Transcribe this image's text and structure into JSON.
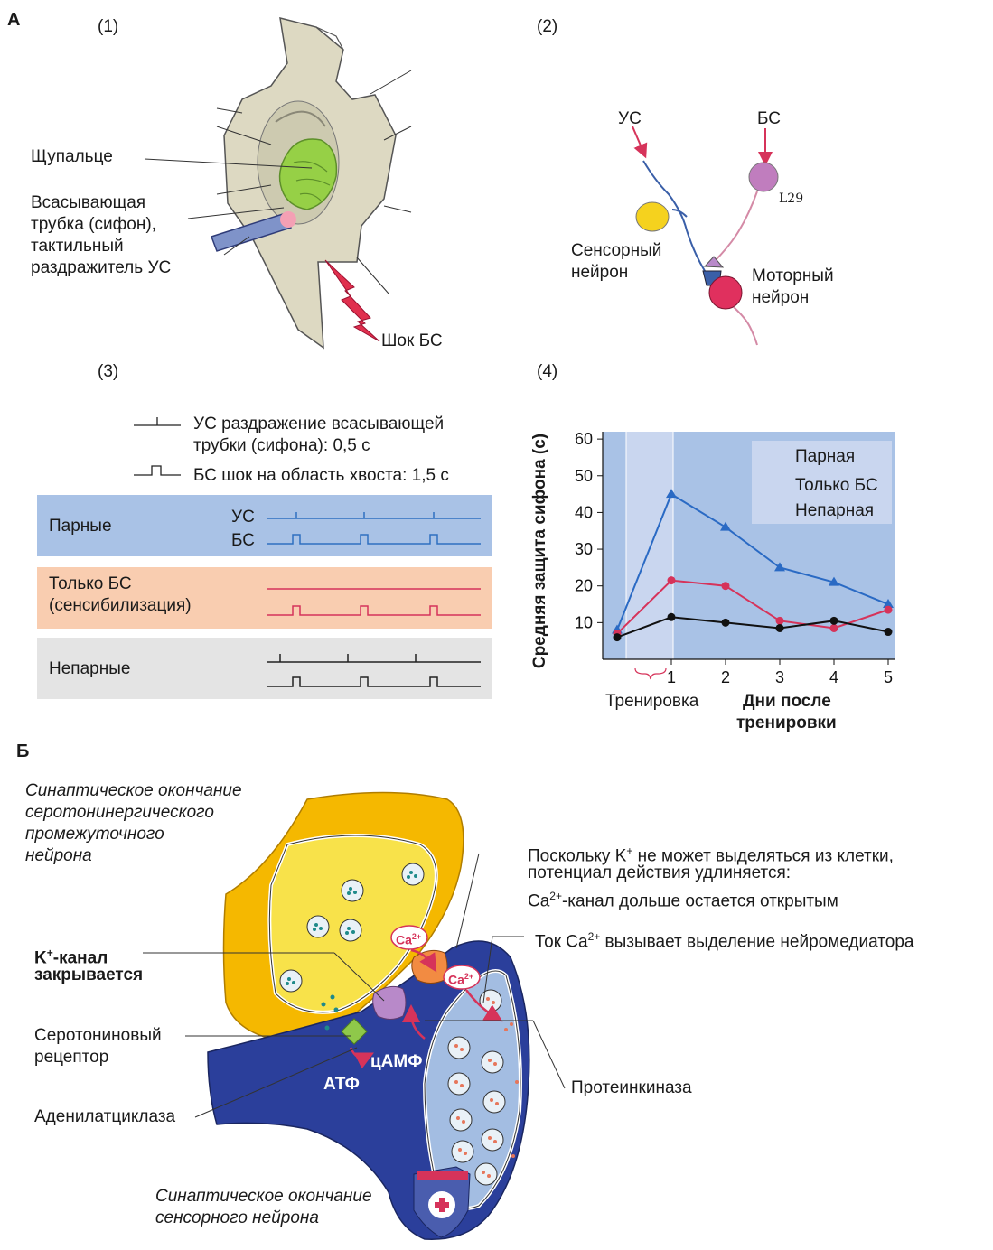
{
  "panelA": {
    "letter": "А",
    "sub1": "(1)",
    "sub2": "(2)",
    "sub3": "(3)",
    "sub4": "(4)",
    "aplysia": {
      "tentacle": "Щупальце",
      "siphon_l1": "Всасывающая",
      "siphon_l2": "трубка (сифон),",
      "siphon_l3": "тактильный",
      "siphon_l4": "раздражитель УС",
      "shock": "Шок БС"
    },
    "circuit": {
      "cs": "УС",
      "us": "БС",
      "l29": "L29",
      "sensory_l1": "Сенсорный",
      "sensory_l2": "нейрон",
      "motor_l1": "Моторный",
      "motor_l2": "нейрон"
    },
    "protocol": {
      "legend_cs_l1": "УС  раздражение всасывающей",
      "legend_cs_l2": "трубки (сифона): 0,5 с",
      "legend_us": "БС шок на область хвоста: 1,5 с",
      "paired": "Парные",
      "paired_cs": "УС",
      "paired_us": "БС",
      "us_only_l1": "Только БС",
      "us_only_l2": "(сенсибилизация)",
      "unpaired": "Непарные",
      "colors": {
        "paired_bg": "#a9c2e6",
        "us_only_bg": "#f9cdb0",
        "unpaired_bg": "#e4e4e4",
        "paired_line": "#2f6fc0",
        "us_only_line": "#d6335a",
        "unpaired_line": "#222222"
      }
    }
  },
  "chart_data": {
    "type": "line",
    "ylabel": "Средняя защита сифона (с)",
    "xlabel_training": "Тренировка",
    "xlabel_days_l1": "Дни после",
    "xlabel_days_l2": "тренировки",
    "x_ticks": [
      "1",
      "2",
      "3",
      "4",
      "5"
    ],
    "y_ticks": [
      "60",
      "50",
      "40",
      "30",
      "20",
      "10"
    ],
    "ylim": [
      0,
      62
    ],
    "x": [
      0,
      1,
      2,
      3,
      4,
      5
    ],
    "series": [
      {
        "name": "Парная",
        "color": "#2a6ac4",
        "marker": "triangle",
        "values": [
          8,
          45,
          36,
          25,
          21,
          15
        ]
      },
      {
        "name": "Только БС",
        "color": "#d6335a",
        "marker": "circle",
        "values": [
          7,
          21.5,
          20,
          10.5,
          8.5,
          13.5
        ]
      },
      {
        "name": "Непарная",
        "color": "#111111",
        "marker": "circle",
        "values": [
          6,
          11.5,
          10,
          8.5,
          10.5,
          7.5
        ]
      }
    ],
    "legend": "top-right",
    "colors": {
      "plot_bg": "#a9c2e6",
      "training_bg": "#c9d6ef"
    }
  },
  "panelB": {
    "letter": "Б",
    "serotonin_terminal_l1": "Синаптическое окончание",
    "serotonin_terminal_l2": "серотонинергического",
    "serotonin_terminal_l3": "промежуточного",
    "serotonin_terminal_l4": "нейрона",
    "k_channel_l1": "-канал",
    "k_channel_l2": "закрывается",
    "k_sym": "K",
    "k_sup": "+",
    "receptor_l1": "Серотониновый",
    "receptor_l2": "рецептор",
    "adenylate": "Аденилатциклаза",
    "sensory_terminal_l1": "Синаптическое окончание",
    "sensory_terminal_l2": "сенсорного нейрона",
    "note1_l1a": "Поскольку K",
    "note1_l1sup": "+",
    "note1_l1b": " не может выделяться из клетки,",
    "note1_l2": "потенциал действия удлиняется:",
    "note1_l3a": "Ca",
    "note1_l3sup": "2+",
    "note1_l3b": "-канал дольше остается открытым",
    "note2a": "Ток Ca",
    "note2sup": "2+",
    "note2b": " вызывает выделение нейромедиатора",
    "kinase": "Протеинкиназа",
    "camp": "цАМФ",
    "atp": "АТФ",
    "ca_badge": "Ca",
    "ca_badge_sup": "2+",
    "colors": {
      "yellow": "#f5b800",
      "blue": "#2b3f9b",
      "vesicle": "#e9f1f7"
    }
  }
}
